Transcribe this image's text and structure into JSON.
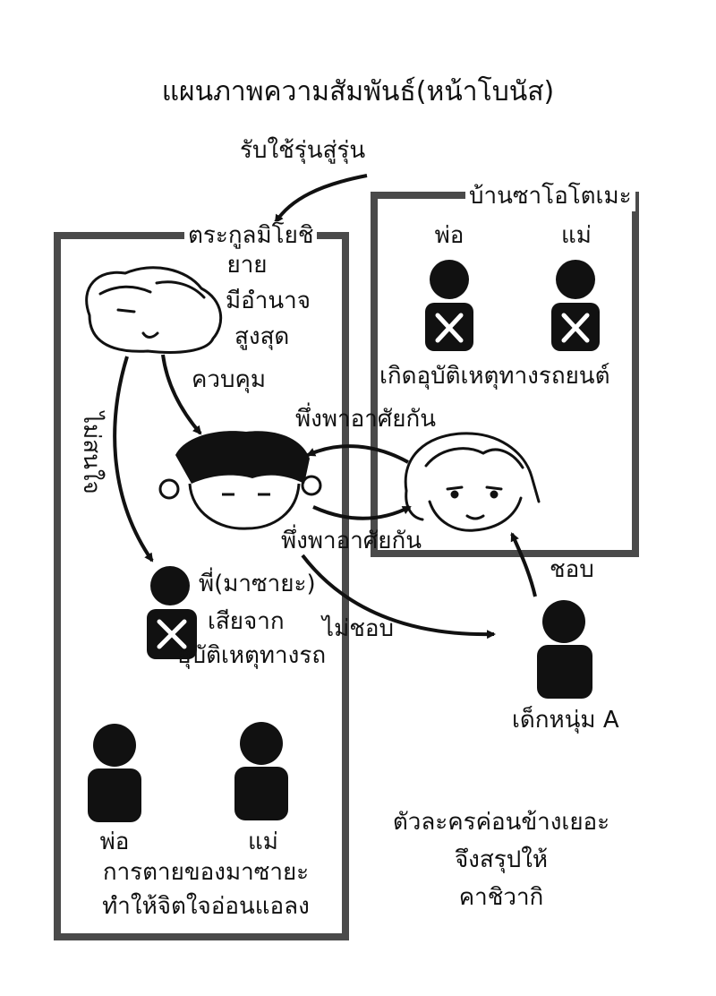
{
  "title": "แผนภาพความสัมพันธ์(หน้าโบนัส)",
  "groups": {
    "mibushi": {
      "label": "ตระกูลมิโยชิ",
      "grandma": {
        "name": "ยาย",
        "desc_line1": "มีอำนาจ",
        "desc_line2": "สูงสุด"
      },
      "brother": {
        "name": "พี่(มาซายะ)",
        "desc_line1": "เสียจาก",
        "desc_line2": "อุบัติเหตุทางรถ"
      },
      "father": "พ่อ",
      "mother": "แม่",
      "note_line1": "การตายของมาซายะ",
      "note_line2": "ทำให้จิตใจอ่อนแอลง"
    },
    "saotome": {
      "label": "บ้านซาโอโตเมะ",
      "father": "พ่อ",
      "mother": "แม่",
      "event": "เกิดอุบัติเหตุทางรถยนต์"
    }
  },
  "relations": {
    "inherit": "รับใช้รุ่นสู่รุ่น",
    "control": "ควบคุม",
    "neglect": "ไม่สนใจ",
    "depend_top": "พึ่งพาอาศัยกัน",
    "depend_bottom": "พึ่งพาอาศัยกัน",
    "dislike": "ไม่ชอบ",
    "like": "ชอบ"
  },
  "boy": {
    "name": "เด็กหนุ่ม A"
  },
  "footnote": {
    "line1": "ตัวละครค่อนข้างเยอะ",
    "line2": "จึงสรุปให้",
    "line3": "คาชิวากิ"
  },
  "colors": {
    "ink": "#111111",
    "frame": "#4a4a4a",
    "paper": "#ffffff"
  }
}
